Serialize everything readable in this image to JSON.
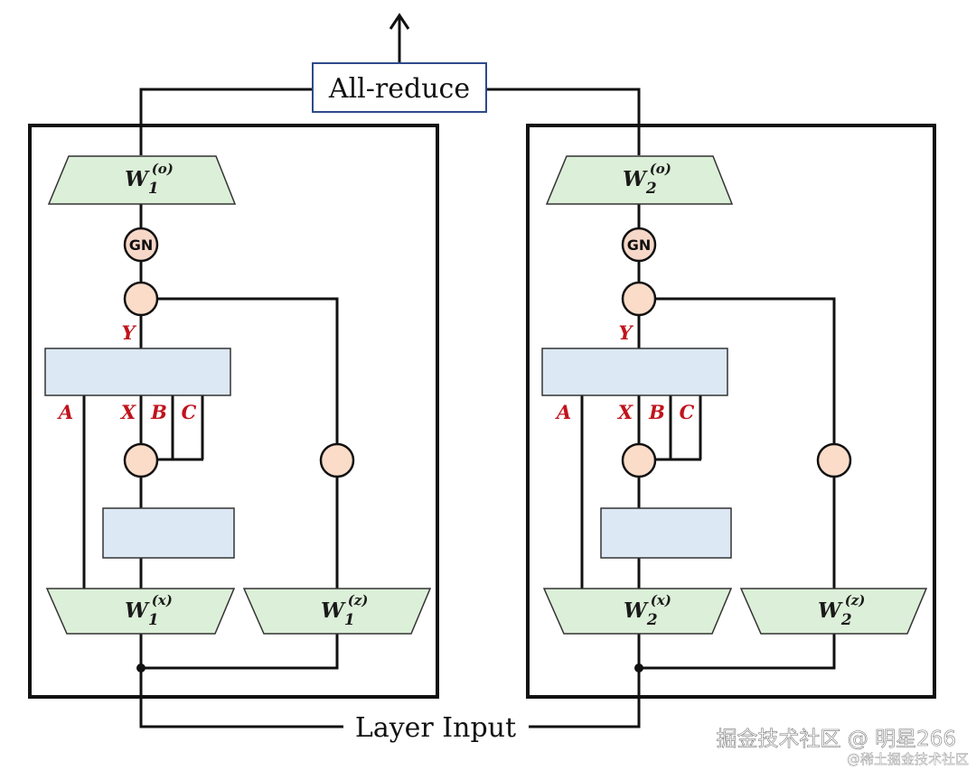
{
  "diagram": {
    "top_box_label": "All-reduce",
    "bottom_label": "Layer Input",
    "blocks": [
      {
        "out_weight": {
          "base": "W",
          "sub": "1",
          "sup": "(o)"
        },
        "x_weight": {
          "base": "W",
          "sub": "1",
          "sup": "(x)"
        },
        "z_weight": {
          "base": "W",
          "sub": "1",
          "sup": "(z)"
        },
        "norm_label": "GN",
        "labels": {
          "y": "Y",
          "a": "A",
          "x": "X",
          "b": "B",
          "c": "C"
        }
      },
      {
        "out_weight": {
          "base": "W",
          "sub": "2",
          "sup": "(o)"
        },
        "x_weight": {
          "base": "W",
          "sub": "2",
          "sup": "(x)"
        },
        "z_weight": {
          "base": "W",
          "sub": "2",
          "sup": "(z)"
        },
        "norm_label": "GN",
        "labels": {
          "y": "Y",
          "a": "A",
          "x": "X",
          "b": "B",
          "c": "C"
        }
      }
    ]
  },
  "watermark": {
    "line1": "掘金技术社区 @ 明星266",
    "line2": "@稀土掘金技术社区"
  }
}
